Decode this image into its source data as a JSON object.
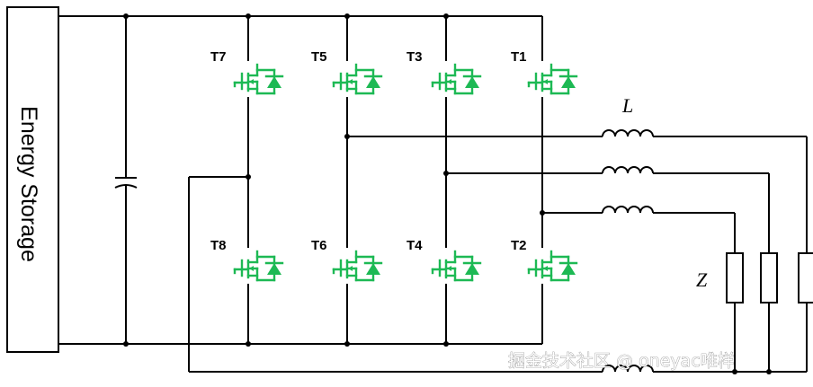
{
  "storage_label": "Energy Storage",
  "switches": {
    "t7": "T7",
    "t5": "T5",
    "t3": "T3",
    "t1": "T1",
    "t8": "T8",
    "t6": "T6",
    "t4": "T4",
    "t2": "T2"
  },
  "inductor_label": "L",
  "impedance_label": "Z",
  "watermark": "掘金技术社区 @ oneyac唯样",
  "colors": {
    "switch": "#1db954",
    "wire": "#000000"
  }
}
